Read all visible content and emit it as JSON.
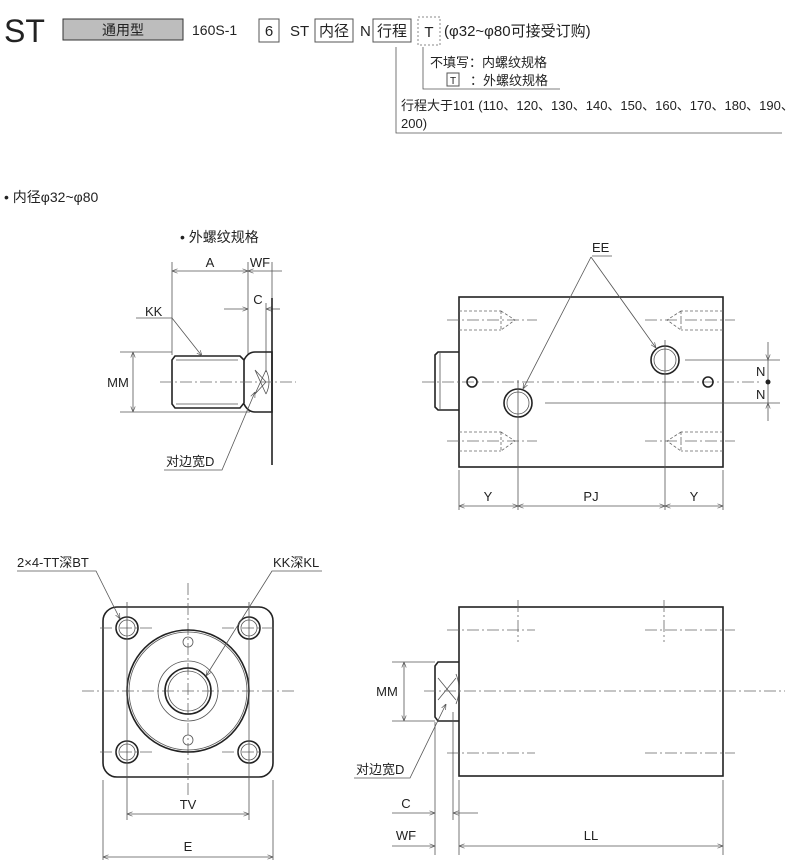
{
  "header": {
    "series": "ST",
    "type_box": "通用型",
    "model": "160S-1",
    "box_6": "6",
    "st": "ST",
    "bore_box": "内径",
    "n": "N",
    "stroke_box": "行程",
    "t_box": "T",
    "bore_note": "(φ32~φ80可接受订购)",
    "thread_note_1": "不填写：内螺纹规格",
    "thread_note_t": "T",
    "thread_note_2": "：外螺纹规格",
    "stroke_note_1": "行程大于101 (110、120、130、140、150、160、170、180、190、",
    "stroke_note_2": "200)"
  },
  "section_title": "• 内径φ32~φ80",
  "external_thread": {
    "title": "• 外螺纹规格",
    "A": "A",
    "WF": "WF",
    "C": "C",
    "KK": "KK",
    "MM": "MM",
    "D": "对边宽D"
  },
  "top_view": {
    "EE": "EE",
    "N1": "N",
    "N2": "N",
    "Y1": "Y",
    "PJ": "PJ",
    "Y2": "Y"
  },
  "front_view": {
    "TT": "2×4-TT深BT",
    "KK": "KK深KL",
    "TV": "TV",
    "E": "E"
  },
  "side_view": {
    "MM": "MM",
    "D": "对边宽D",
    "C": "C",
    "WF": "WF",
    "LL": "LL"
  }
}
